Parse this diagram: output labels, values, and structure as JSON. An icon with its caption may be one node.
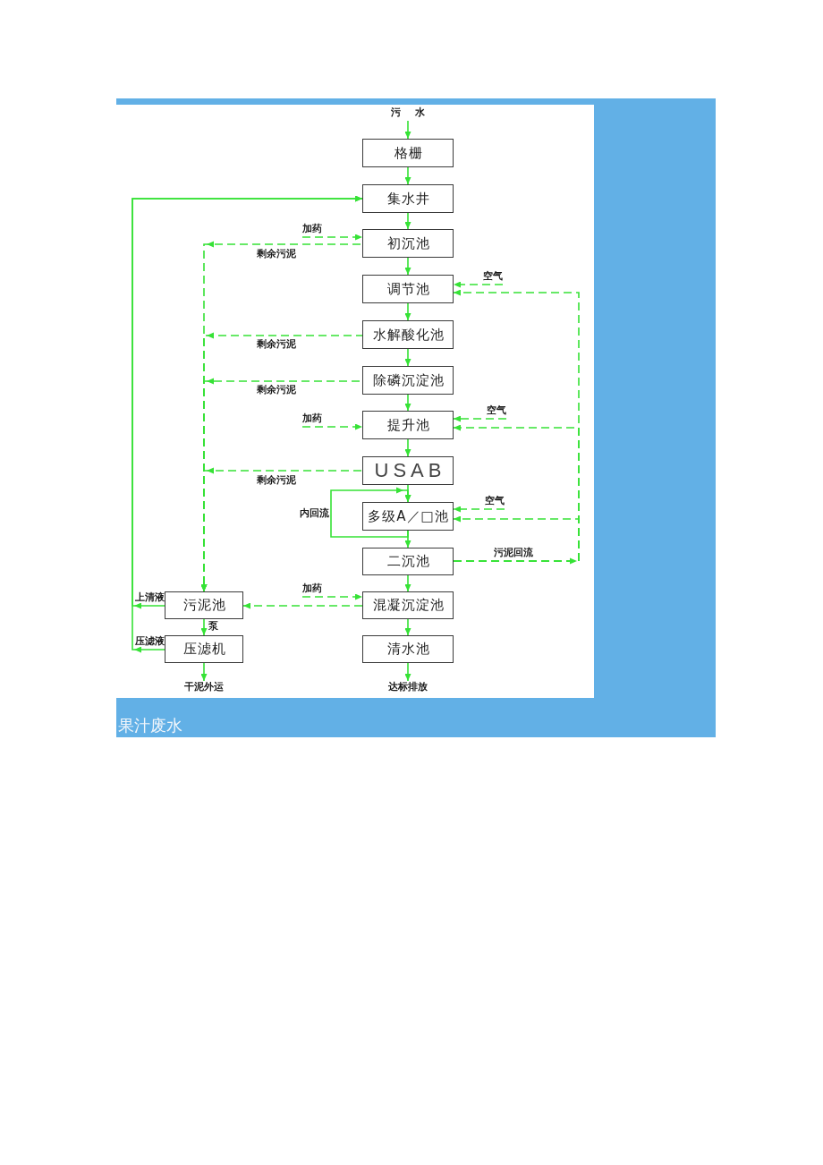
{
  "diagram": {
    "caption": "果汁废水",
    "nodes": [
      {
        "text": [
          "格栅"
        ]
      },
      {
        "text": [
          "集水井"
        ]
      },
      {
        "text": [
          "初沉池"
        ]
      },
      {
        "text": [
          "调节池"
        ]
      },
      {
        "text": [
          "水解酸化池"
        ]
      },
      {
        "text": [
          "除磷沉淀池"
        ]
      },
      {
        "text": [
          "提升池"
        ]
      },
      {
        "text": [
          "USAB"
        ]
      },
      {
        "text": [
          "多级A／□池"
        ]
      },
      {
        "text": [
          "二沉池"
        ]
      },
      {
        "text": [
          "混凝沉淀池"
        ]
      },
      {
        "text": [
          "清水池"
        ]
      },
      {
        "text": [
          "污泥池"
        ]
      },
      {
        "text": [
          "压滤机"
        ]
      },
      {
        "text": [
          "污 水"
        ]
      },
      {
        "text": [
          "加药"
        ]
      },
      {
        "text": [
          "空气"
        ]
      },
      {
        "text": [
          "加药"
        ]
      },
      {
        "text": [
          "空气"
        ]
      },
      {
        "text": [
          "空气"
        ]
      },
      {
        "text": [
          "加药"
        ]
      },
      {
        "text": [
          "干泥外运"
        ]
      },
      {
        "text": [
          "达标排放"
        ]
      }
    ],
    "edges": [
      {
        "from": 14,
        "to": 0,
        "arrow": "to"
      },
      {
        "from": 0,
        "to": 1,
        "arrow": "to"
      },
      {
        "from": 1,
        "to": 2,
        "arrow": "to"
      },
      {
        "from": 2,
        "to": 3,
        "arrow": "to"
      },
      {
        "from": 3,
        "to": 4,
        "arrow": "to"
      },
      {
        "from": 4,
        "to": 5,
        "arrow": "to"
      },
      {
        "from": 5,
        "to": 6,
        "arrow": "to"
      },
      {
        "from": 6,
        "to": 7,
        "arrow": "to"
      },
      {
        "from": 7,
        "to": 8,
        "arrow": "to"
      },
      {
        "from": 8,
        "to": 9,
        "arrow": "to"
      },
      {
        "from": 9,
        "to": 10,
        "arrow": "to"
      },
      {
        "from": 10,
        "to": 11,
        "arrow": "to"
      },
      {
        "from": 11,
        "to": 22,
        "arrow": "to"
      },
      {
        "from": 15,
        "to": 2,
        "arrow": "to",
        "style": "dashed"
      },
      {
        "from": 16,
        "to": 3,
        "arrow": "to",
        "style": "dashed"
      },
      {
        "from": 2,
        "to": 12,
        "arrow": "to",
        "style": "dashed",
        "label": "剩余污泥"
      },
      {
        "from": 4,
        "to": 12,
        "arrow": "to",
        "style": "dashed",
        "label": "剩余污泥"
      },
      {
        "from": 5,
        "to": 12,
        "arrow": "to",
        "style": "dashed",
        "label": "剩余污泥"
      },
      {
        "from": 7,
        "to": 12,
        "arrow": "to",
        "style": "dashed",
        "label": "剩余污泥"
      },
      {
        "from": 17,
        "to": 6,
        "arrow": "to",
        "style": "dashed"
      },
      {
        "from": 18,
        "to": 6,
        "arrow": "to",
        "style": "dashed"
      },
      {
        "from": 19,
        "to": 8,
        "arrow": "to",
        "style": "dashed"
      },
      {
        "from": 8,
        "to": 8,
        "arrow": "to",
        "label": "内回流"
      },
      {
        "from": 9,
        "to": 3,
        "arrow": "to",
        "style": "dashed",
        "label": "污泥回流"
      },
      {
        "from": 9,
        "to": 6,
        "arrow": "to",
        "style": "dashed"
      },
      {
        "from": 9,
        "to": 8,
        "arrow": "to",
        "style": "dashed"
      },
      {
        "from": 20,
        "to": 10,
        "arrow": "to",
        "style": "dashed"
      },
      {
        "from": 10,
        "to": 12,
        "arrow": "to",
        "style": "dashed"
      },
      {
        "from": 12,
        "to": 13,
        "arrow": "to",
        "label": "泵"
      },
      {
        "from": 13,
        "to": 21,
        "arrow": "to"
      },
      {
        "from": 12,
        "to": 1,
        "arrow": "to",
        "label": "上清液"
      },
      {
        "from": 13,
        "to": 1,
        "arrow": "to",
        "label": "压滤液"
      }
    ]
  }
}
